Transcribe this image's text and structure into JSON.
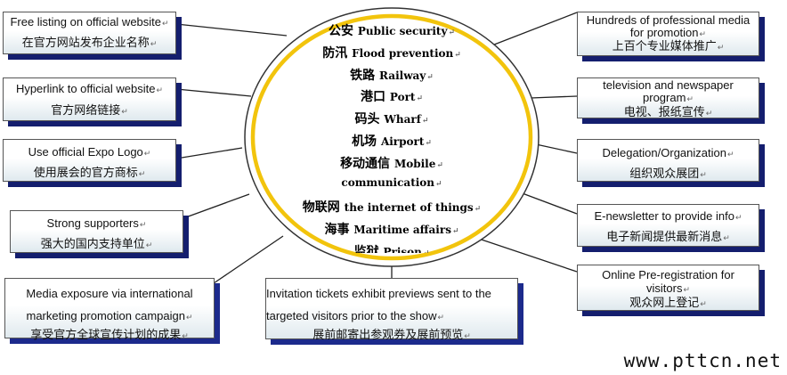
{
  "watermark": "www.pttcn.net",
  "center_items": [
    {
      "zh": "公安",
      "en": "Public security"
    },
    {
      "zh": "防汛",
      "en": "Flood prevention"
    },
    {
      "zh": "铁路",
      "en": "Railway"
    },
    {
      "zh": "港口",
      "en": "Port"
    },
    {
      "zh": "码头",
      "en": "Wharf"
    },
    {
      "zh": "机场",
      "en": "Airport"
    },
    {
      "zh": "移动通信",
      "en": "Mobile"
    },
    {
      "zh": "",
      "en": "communication"
    },
    {
      "zh": "物联网",
      "en": "the internet of things"
    },
    {
      "zh": "海事",
      "en": "Maritime affairs"
    },
    {
      "zh": "监狱",
      "en": "Prison"
    }
  ],
  "left_boxes": [
    {
      "en": "Free listing on official website",
      "cn": "在官方网站发布企业名称"
    },
    {
      "en": "Hyperlink to official website",
      "cn": "官方网络链接"
    },
    {
      "en": "Use official Expo Logo",
      "cn": "使用展会的官方商标"
    },
    {
      "en": "Strong supporters",
      "cn": "强大的国内支持单位"
    },
    {
      "en": "Media exposure via international marketing promotion campaign",
      "cn": "享受官方全球宣传计划的成果"
    }
  ],
  "bottom_box": {
    "en": "Invitation tickets exhibit previews sent to the targeted visitors prior to the show",
    "cn": "展前邮寄出参观券及展前预览"
  },
  "right_boxes": [
    {
      "en": "Hundreds of professional media for promotion",
      "cn": "上百个专业媒体推广"
    },
    {
      "en": "television and newspaper program",
      "cn": "电视、报纸宣传"
    },
    {
      "en": "Delegation/Organization",
      "cn": "组织观众展团"
    },
    {
      "en": "E-newsletter to provide info",
      "cn": "电子新闻提供最新消息"
    },
    {
      "en": "Online Pre-registration for visitors",
      "cn": "观众网上登记"
    }
  ],
  "colors": {
    "ring": "#f2c40c",
    "shadow": "#141e6e",
    "connector": "#222222"
  }
}
